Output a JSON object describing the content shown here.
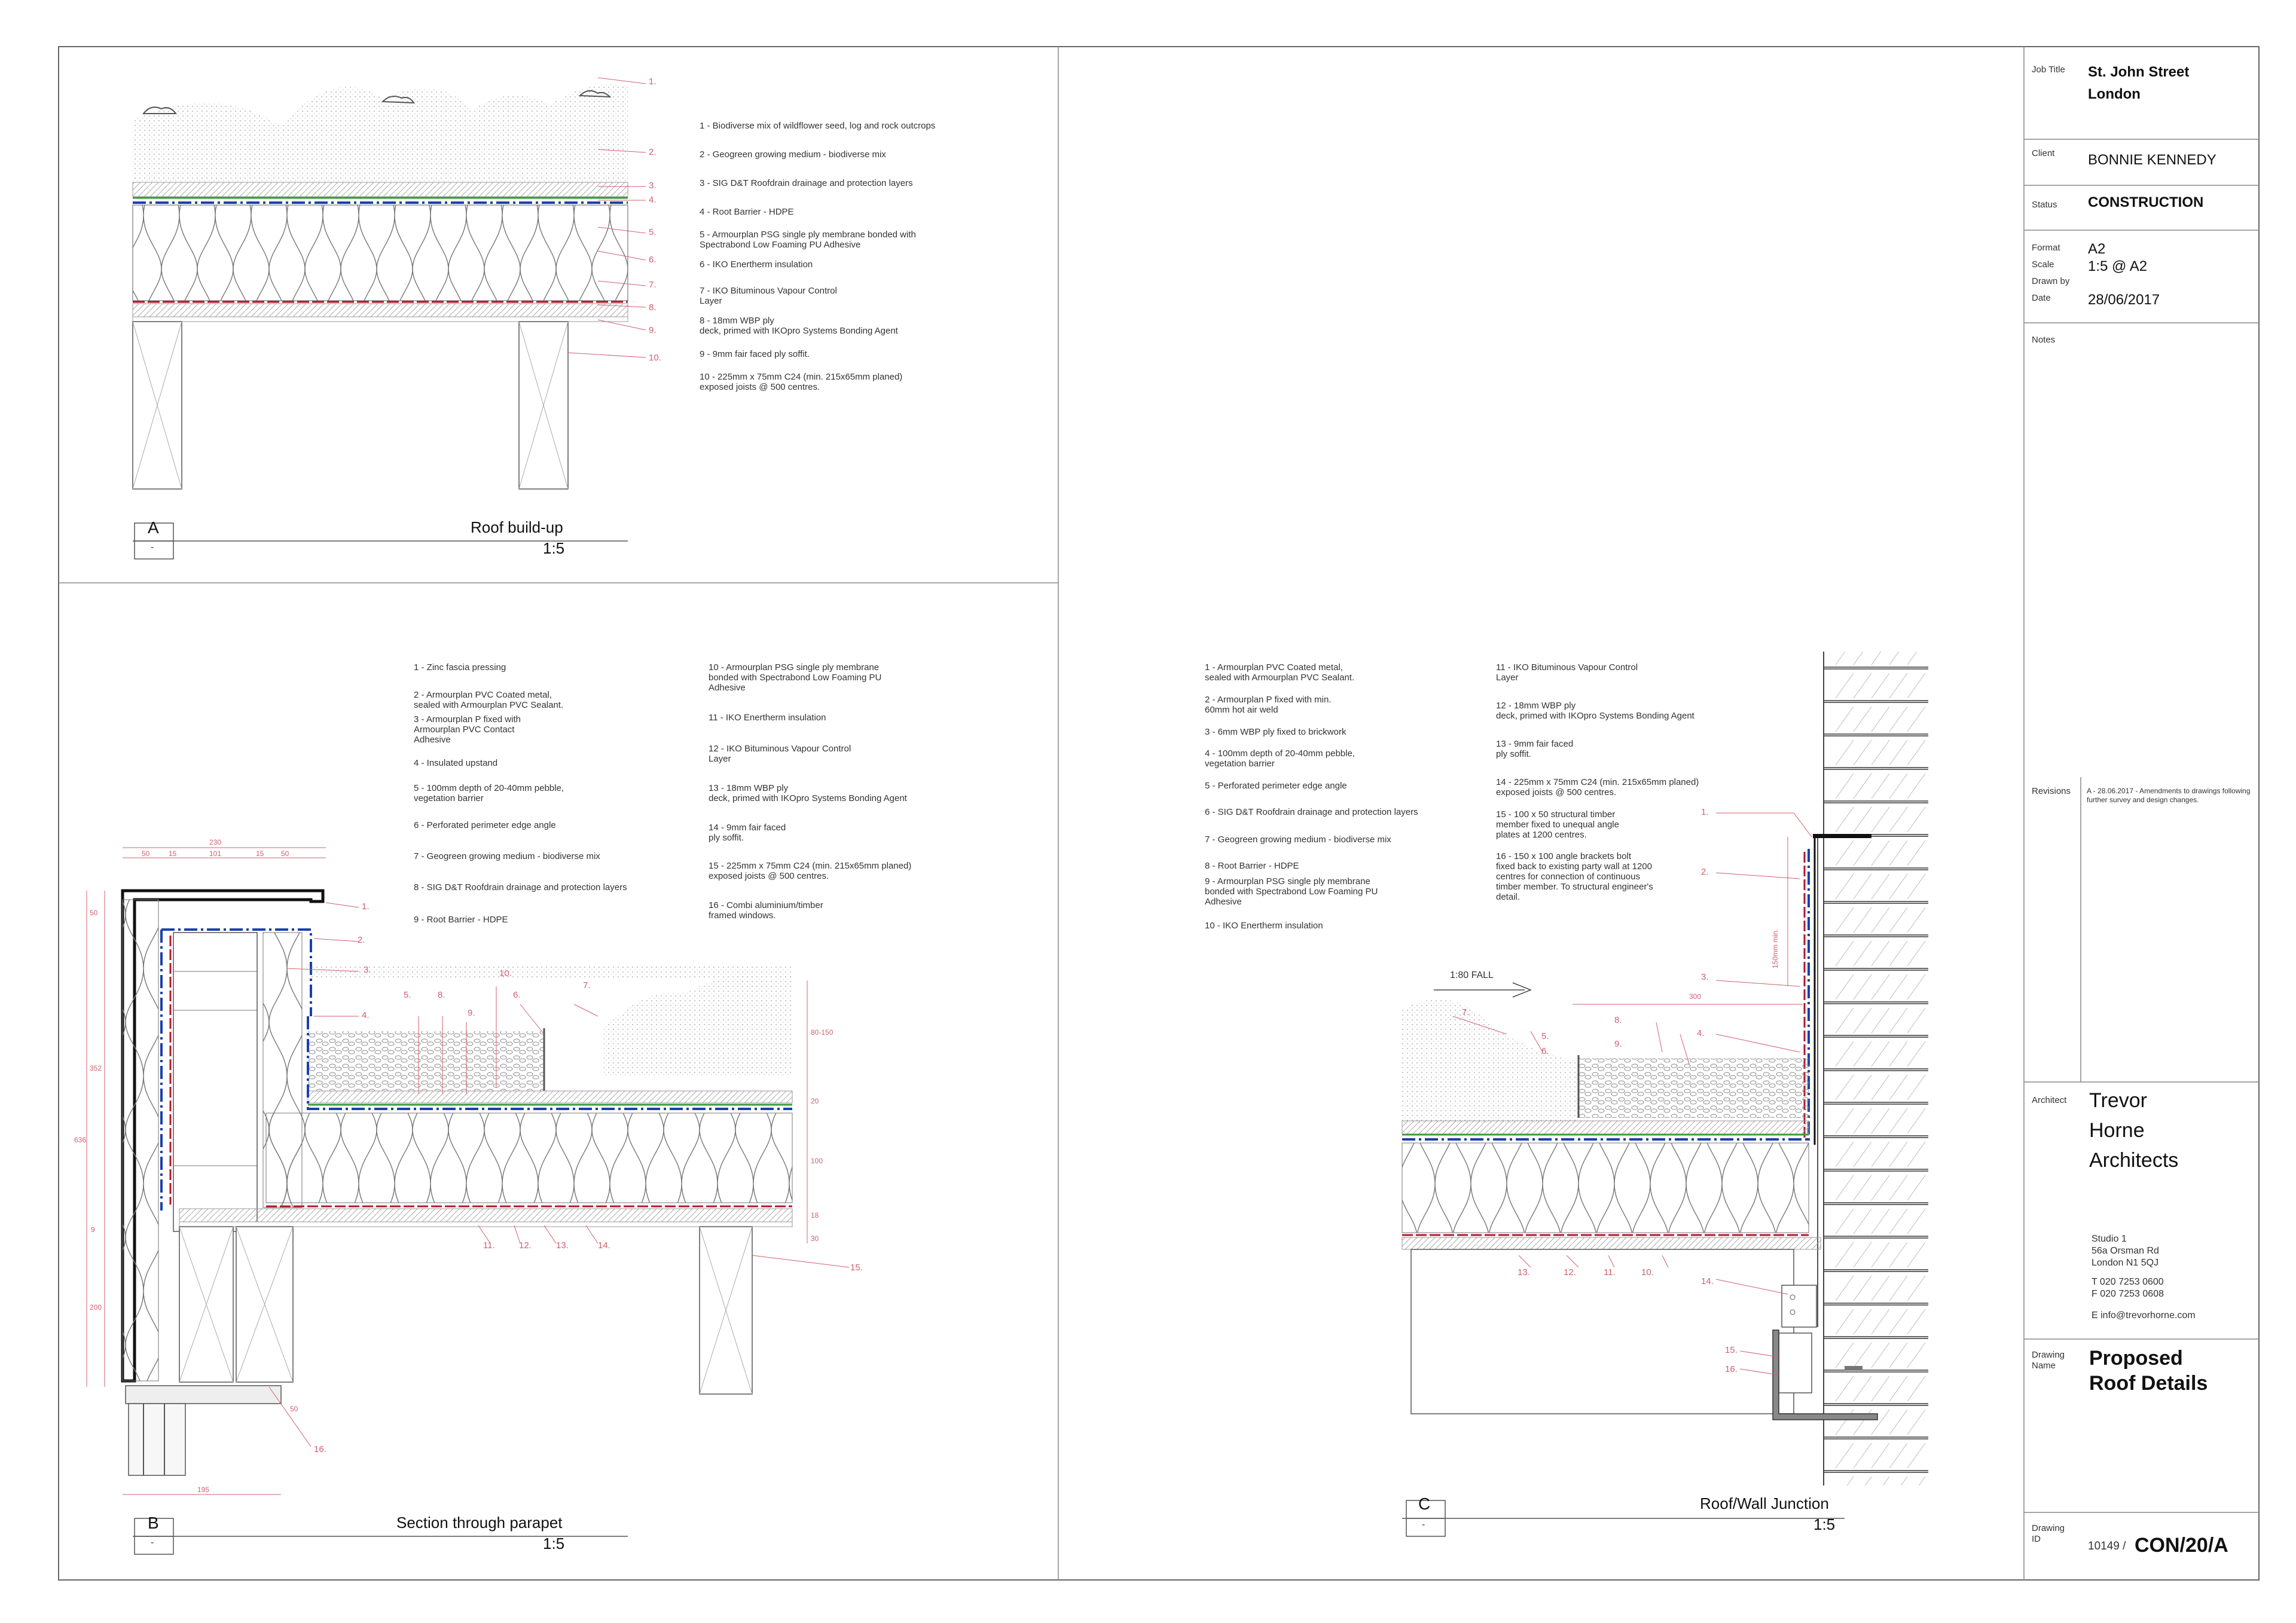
{
  "title_block": {
    "job_title_label": "Job Title",
    "job_title_line1": "St. John Street",
    "job_title_line2": "London",
    "client_label": "Client",
    "client": "BONNIE KENNEDY",
    "status_label": "Status",
    "status": "CONSTRUCTION",
    "format_label": "Format",
    "scale_label": "Scale",
    "drawn_by_label": "Drawn by",
    "date_label": "Date",
    "format": "A2",
    "scale": "1:5 @ A2",
    "date": "28/06/2017",
    "notes_label": "Notes",
    "revisions_label": "Revisions",
    "revision_text": "A - 28.06.2017 - Amendments to drawings following further survey and design changes.",
    "architect_label": "Architect",
    "architect_line1": "Trevor",
    "architect_line2": "Horne",
    "architect_line3": "Architects",
    "address": "Studio 1\n56a Orsman Rd\nLondon  N1 5QJ",
    "phone": "T  020 7253 0600\nF 020 7253 0608",
    "email": "E  info@trevorhorne.com",
    "drawing_name_label": "Drawing\nName",
    "drawing_name_line1": "Proposed",
    "drawing_name_line2": "Roof Details",
    "drawing_id_label": "Drawing\nID",
    "drawing_id_prefix": "10149 /",
    "drawing_id": "CON/20/A"
  },
  "detail_a": {
    "letter": "A",
    "sub": "-",
    "title": "Roof build-up",
    "scale": "1:5",
    "notes": [
      "1 - Biodiverse mix of wildflower seed, log and rock outcrops",
      "2 - Geogreen growing medium - biodiverse mix",
      "3 - SIG D&T Roofdrain drainage and protection layers",
      "4 - Root Barrier - HDPE",
      "5 - Armourplan PSG single ply membrane bonded with\nSpectrabond Low Foaming PU Adhesive",
      "6 - IKO Enertherm insulation",
      "7 - IKO Bituminous Vapour Control\nLayer",
      "8 - 18mm WBP ply\ndeck, primed with IKOpro Systems Bonding Agent",
      "9 - 9mm fair faced ply soffit.",
      "10 - 225mm x 75mm C24 (min. 215x65mm planed)\nexposed joists @ 500 centres."
    ],
    "callouts": [
      "1.",
      "2.",
      "3.",
      "4.",
      "5.",
      "6.",
      "7.",
      "8.",
      "9.",
      "10."
    ]
  },
  "detail_b": {
    "letter": "B",
    "sub": "-",
    "title": "Section through parapet",
    "scale": "1:5",
    "notes_col1": [
      "1 - Zinc fascia pressing",
      "2 - Armourplan PVC Coated metal,\nsealed with Armourplan PVC Sealant.",
      "3 - Armourplan P fixed with\nArmourplan PVC Contact\nAdhesive",
      "4 - Insulated upstand",
      "5 - 100mm depth of 20-40mm pebble,\nvegetation barrier",
      "6 - Perforated perimeter edge angle",
      "7 - Geogreen growing medium - biodiverse mix",
      "8 - SIG D&T Roofdrain drainage and protection layers",
      "9 - Root Barrier - HDPE"
    ],
    "notes_col2": [
      "10 - Armourplan PSG single ply membrane\nbonded with Spectrabond Low Foaming PU\nAdhesive",
      "11 - IKO Enertherm insulation",
      "12 - IKO Bituminous Vapour Control\nLayer",
      "13 - 18mm WBP ply\ndeck, primed with IKOpro Systems Bonding Agent",
      "14 - 9mm fair faced\nply soffit.",
      "15 - 225mm x 75mm C24 (min. 215x65mm planed)\nexposed joists @ 500 centres.",
      "16 - Combi aluminium/timber\nframed windows."
    ],
    "dims": [
      "230",
      "50",
      "15",
      "101",
      "15",
      "50",
      "50",
      "352",
      "636",
      "200",
      "195",
      "80-150",
      "20",
      "100",
      "18",
      "30",
      "9",
      "50"
    ]
  },
  "detail_c": {
    "letter": "C",
    "sub": "-",
    "title": "Roof/Wall Junction",
    "scale": "1:5",
    "fall": "1:80 FALL",
    "dim_300": "300",
    "dim_150": "150mm min.",
    "notes_col1": [
      "1 - Armourplan PVC Coated metal,\nsealed with Armourplan PVC Sealant.",
      "2 - Armourplan P fixed with min.\n60mm hot air weld",
      "3 - 6mm WBP ply fixed to brickwork",
      "4 - 100mm depth of 20-40mm pebble,\nvegetation barrier",
      "5 - Perforated perimeter edge angle",
      "6 - SIG D&T Roofdrain drainage and protection layers",
      "7 - Geogreen growing medium - biodiverse mix",
      "8 - Root Barrier - HDPE",
      "9 - Armourplan PSG single ply membrane\nbonded with Spectrabond Low Foaming PU\nAdhesive",
      "10 - IKO Enertherm insulation"
    ],
    "notes_col2": [
      "11 - IKO Bituminous Vapour Control\nLayer",
      "12 - 18mm WBP ply\ndeck, primed with IKOpro Systems Bonding Agent",
      "13 - 9mm fair faced\nply soffit.",
      "14 - 225mm x 75mm C24 (min. 215x65mm planed)\nexposed joists @ 500 centres.",
      "15 - 100 x 50 structural timber\nmember fixed to unequal angle\nplates at 1200 centres.",
      "16 - 150 x 100 angle brackets bolt\nfixed back to existing party wall at 1200\ncentres for connection of continuous\ntimber member. To structural engineer's\ndetail."
    ]
  }
}
